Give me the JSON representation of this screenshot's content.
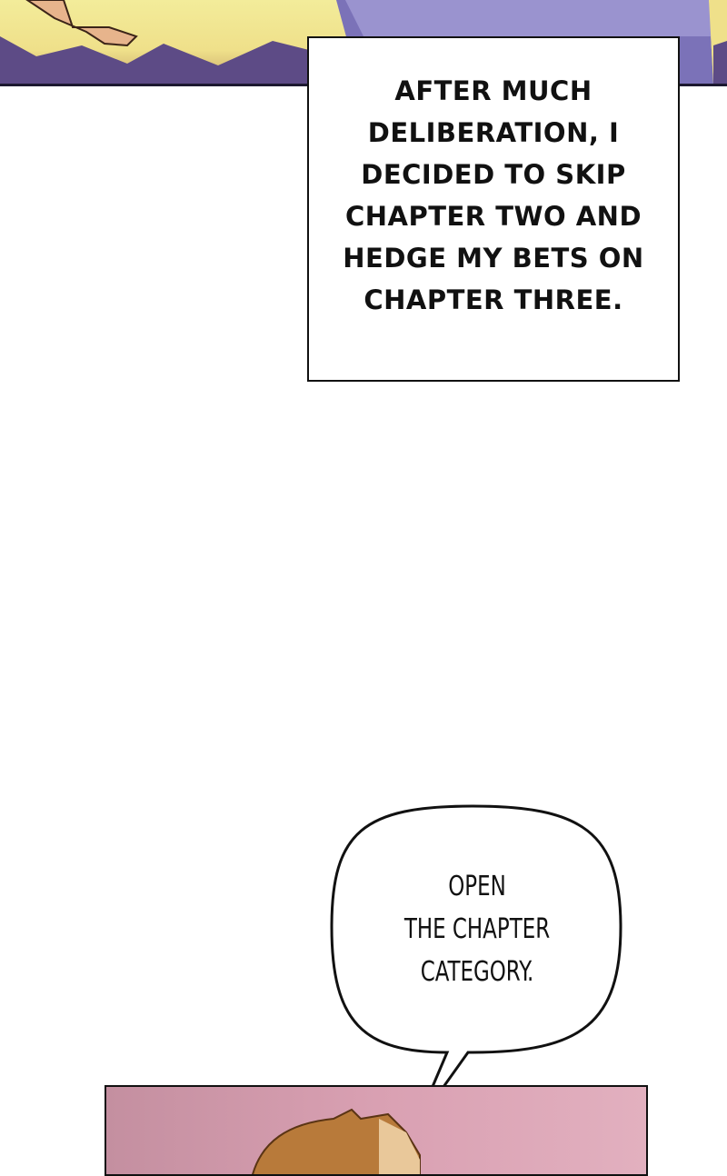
{
  "caption": {
    "text": "AFTER MUCH DELIBERATION, I DECIDED TO SKIP CHAPTER TWO AND HEDGE MY BETS ON CHAPTER THREE."
  },
  "speech_bubble": {
    "lines": [
      "OPEN",
      "THE CHAPTER",
      "CATEGORY."
    ]
  },
  "colors": {
    "sky_top": "#f3ec9a",
    "mountains": "#5a4a86",
    "panel_pink": "#d9a0b2",
    "ink": "#111111"
  }
}
